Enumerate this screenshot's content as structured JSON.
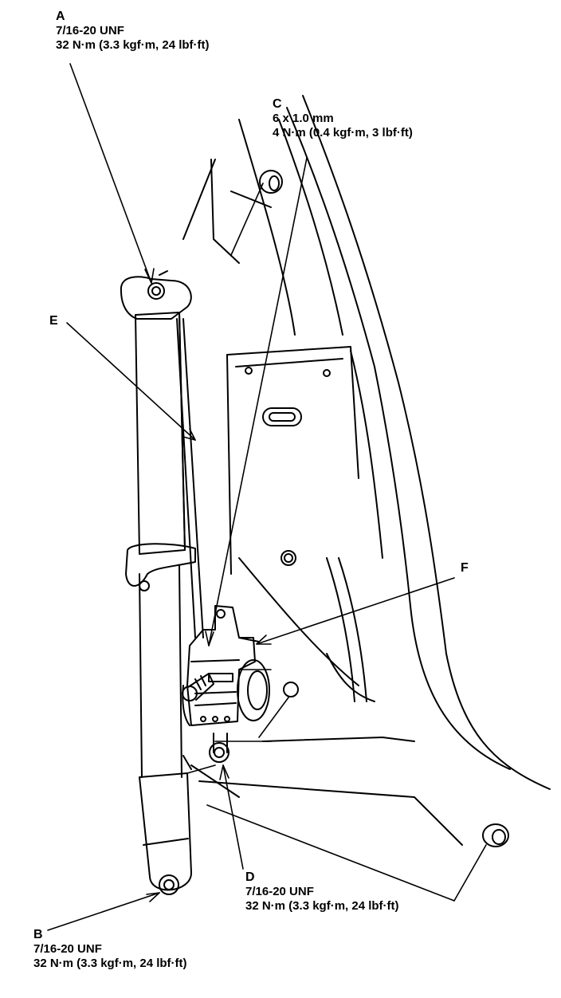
{
  "callouts": {
    "A": {
      "letter": "A",
      "spec": "7/16-20 UNF",
      "torque": "32 N·m (3.3 kgf·m, 24 lbf·ft)"
    },
    "B": {
      "letter": "B",
      "spec": "7/16-20 UNF",
      "torque": "32 N·m (3.3 kgf·m, 24 lbf·ft)"
    },
    "C": {
      "letter": "C",
      "spec": "6 x 1.0 mm",
      "torque": "4 N·m (0.4 kgf·m, 3 lbf·ft)"
    },
    "D": {
      "letter": "D",
      "spec": "7/16-20 UNF",
      "torque": "32 N·m (3.3 kgf·m, 24 lbf·ft)"
    },
    "E": {
      "letter": "E"
    },
    "F": {
      "letter": "F"
    }
  }
}
